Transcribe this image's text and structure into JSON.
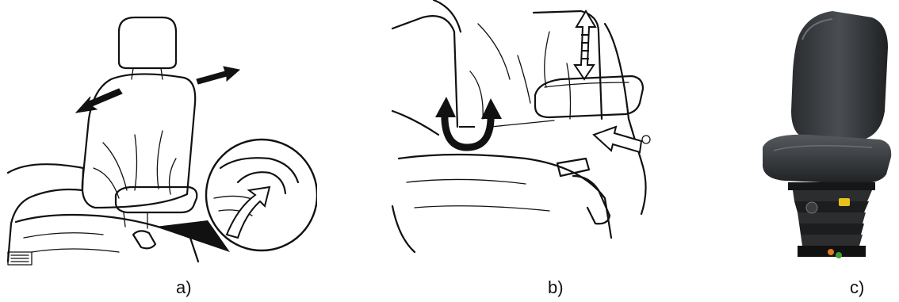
{
  "figure": {
    "panels": [
      {
        "id": "a",
        "label": "a)"
      },
      {
        "id": "b",
        "label": "b)"
      },
      {
        "id": "c",
        "label": "c)"
      }
    ]
  },
  "colors": {
    "line": "#111111",
    "seat_dark": "#1f2123",
    "seat_highlight": "#4a4e52",
    "knob_yellow": "#e8c21a",
    "knob_orange": "#e07a1a",
    "knob_green": "#3f9c35"
  }
}
